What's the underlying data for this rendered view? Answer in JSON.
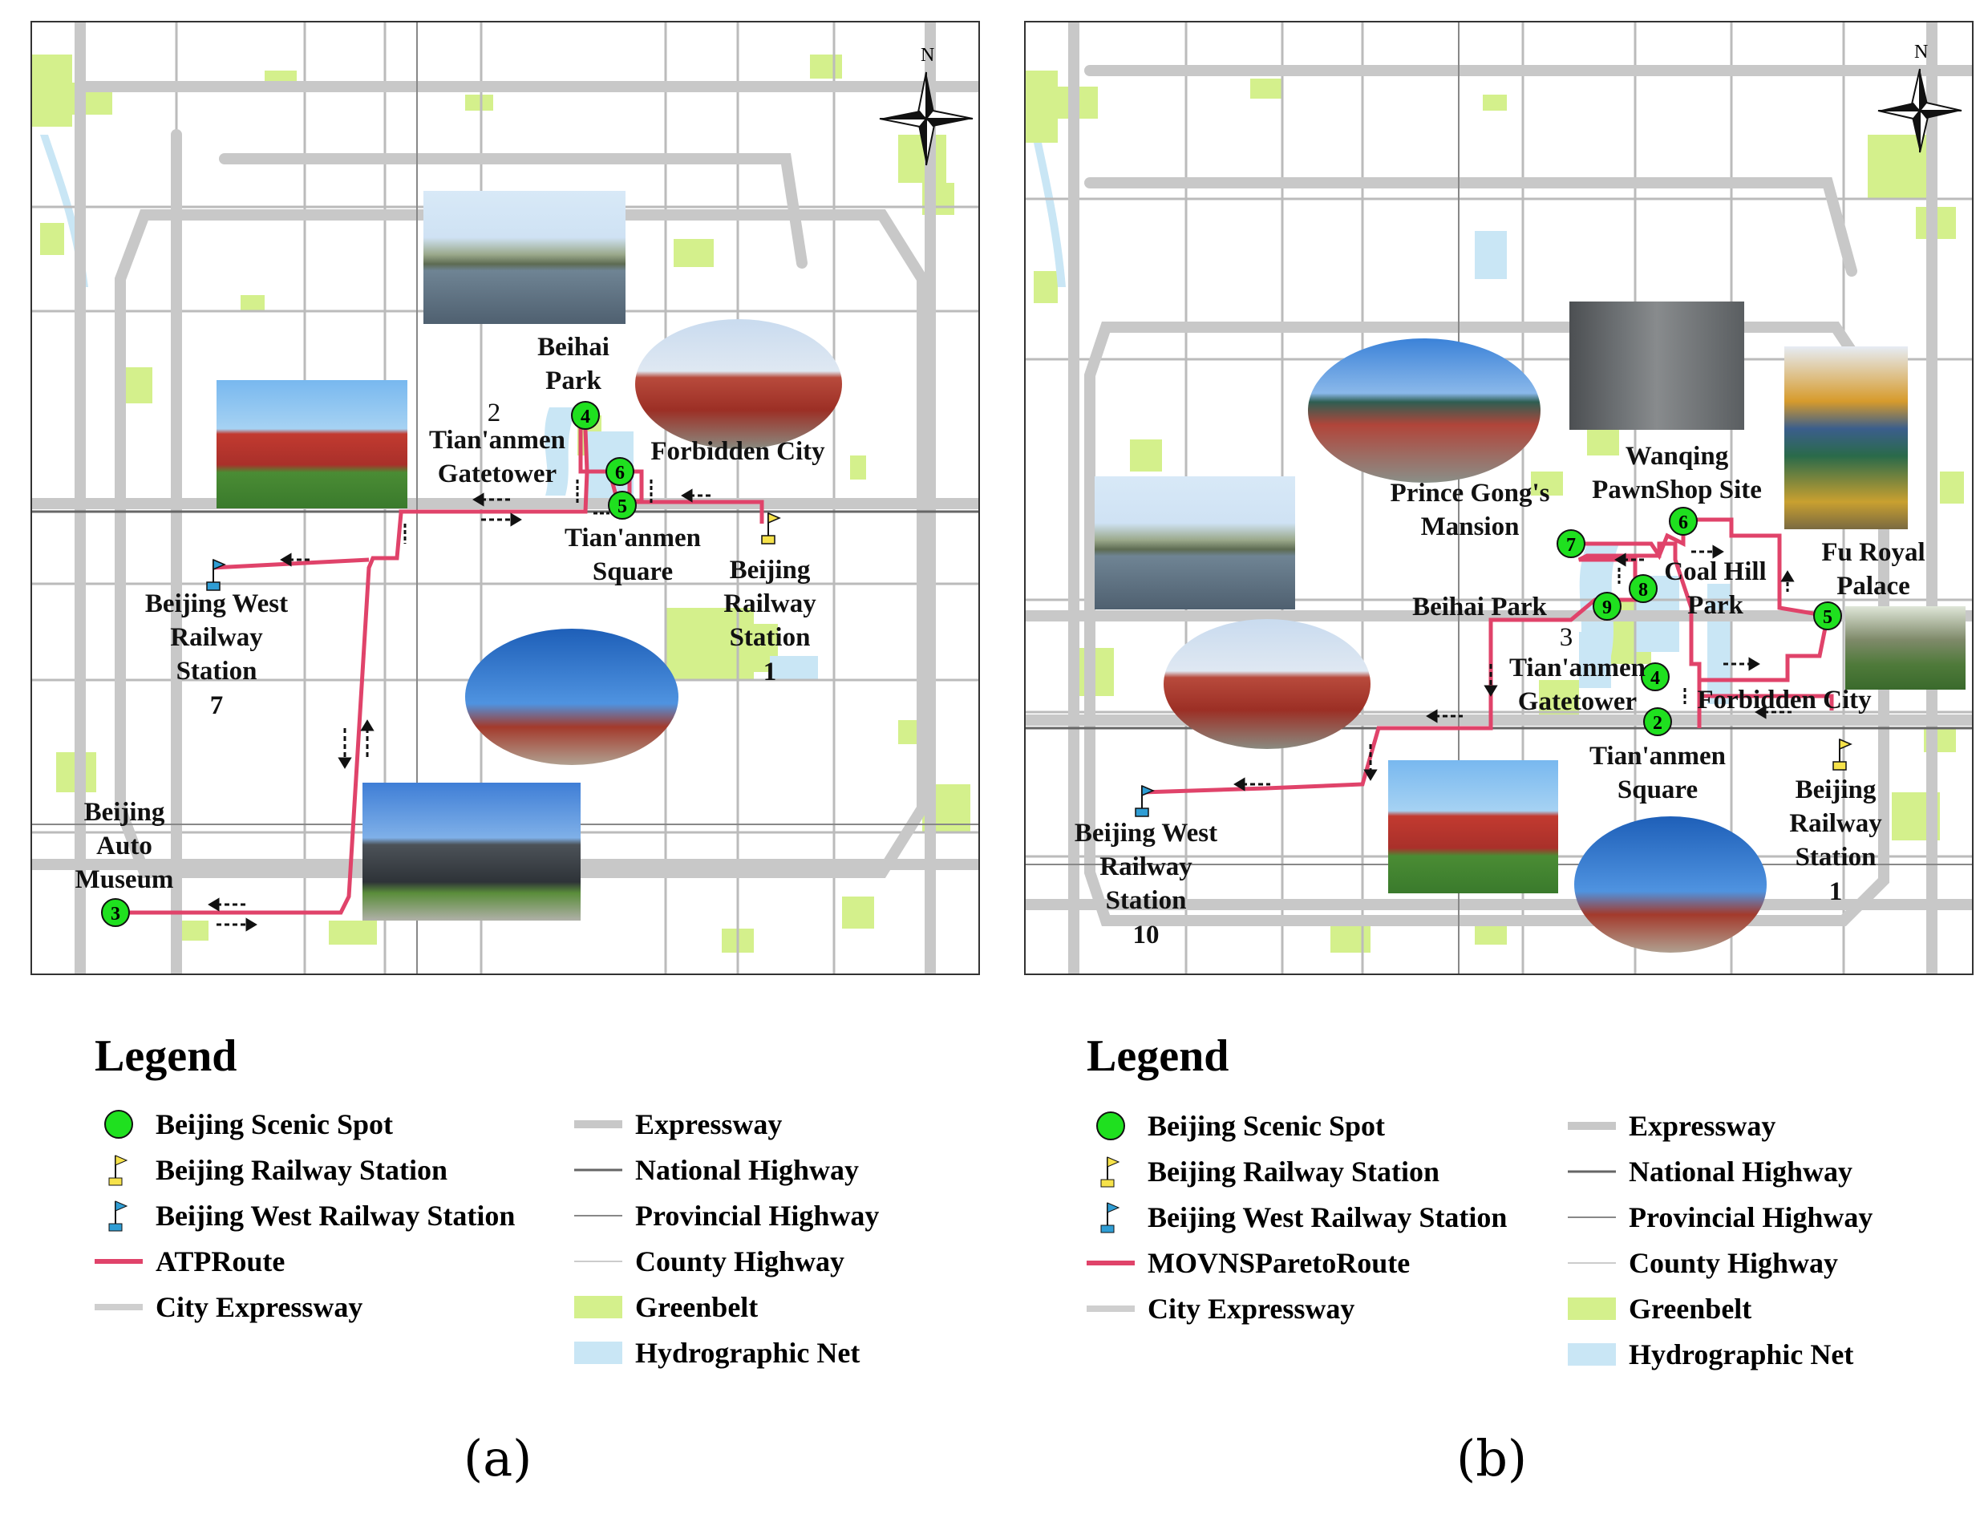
{
  "colors": {
    "route": "#e0436a",
    "greenbelt": "#d4f08c",
    "water": "#c9e6f5",
    "expressway": "#c8c8c8",
    "national_highway": "#666666",
    "provincial_highway": "#888888",
    "county_highway": "#bbbbbb",
    "city_expressway": "#cfcfcf",
    "spot": "#1fe01f",
    "railway_flag": "#f6e24a",
    "west_flag": "#2f9dd4"
  },
  "panel_a": {
    "compass": "N",
    "labels": {
      "beihai": "Beihai\nPark",
      "beihai_num": "4",
      "gatetower": "Tian'anmen\nGatetower",
      "gatetower_num": "2",
      "forbidden": "Forbidden City",
      "forbidden_num": "6",
      "square": "Tian'anmen\nSquare",
      "square_num": "5",
      "railway": "Beijing\nRailway\nStation\n1",
      "west": "Beijing West\nRailway\nStation\n7",
      "auto": "Beijing\nAuto\nMuseum",
      "auto_num": "3"
    },
    "legend": {
      "title": "Legend",
      "items": [
        "Beijing Scenic Spot",
        "Beijing Railway Station",
        "Beijing West Railway Station",
        "ATPRoute",
        "City Expressway",
        "Expressway",
        "National Highway",
        "Provincial Highway",
        "County Highway",
        "Greenbelt",
        "Hydrographic Net"
      ]
    },
    "caption": "(a)"
  },
  "panel_b": {
    "compass": "N",
    "labels": {
      "prince": "Prince Gong's\nMansion",
      "prince_num": "7",
      "wanqing": "Wanqing\nPawnShop Site",
      "wanqing_num": "6",
      "coalhill": "Coal Hill\nPark",
      "coalhill_num": "8",
      "furoyal": "Fu Royal\nPalace",
      "furoyal_num": "5",
      "beihai": "Beihai Park",
      "beihai_num": "9",
      "gatetower": "Tian'anmen\nGatetower",
      "gatetower_num": "3",
      "forbidden": "Forbidden City",
      "forbidden_num": "4",
      "square": "Tian'anmen\nSquare",
      "square_num": "2",
      "railway": "Beijing\nRailway\nStation\n1",
      "west": "Beijing West\nRailway\nStation\n10"
    },
    "legend": {
      "title": "Legend",
      "items": [
        "Beijing Scenic Spot",
        "Beijing Railway Station",
        "Beijing West Railway Station",
        "MOVNSParetoRoute",
        "City Expressway",
        "Expressway",
        "National Highway",
        "Provincial Highway",
        "County Highway",
        "Greenbelt",
        "Hydrographic Net"
      ]
    },
    "caption": "(b)"
  }
}
